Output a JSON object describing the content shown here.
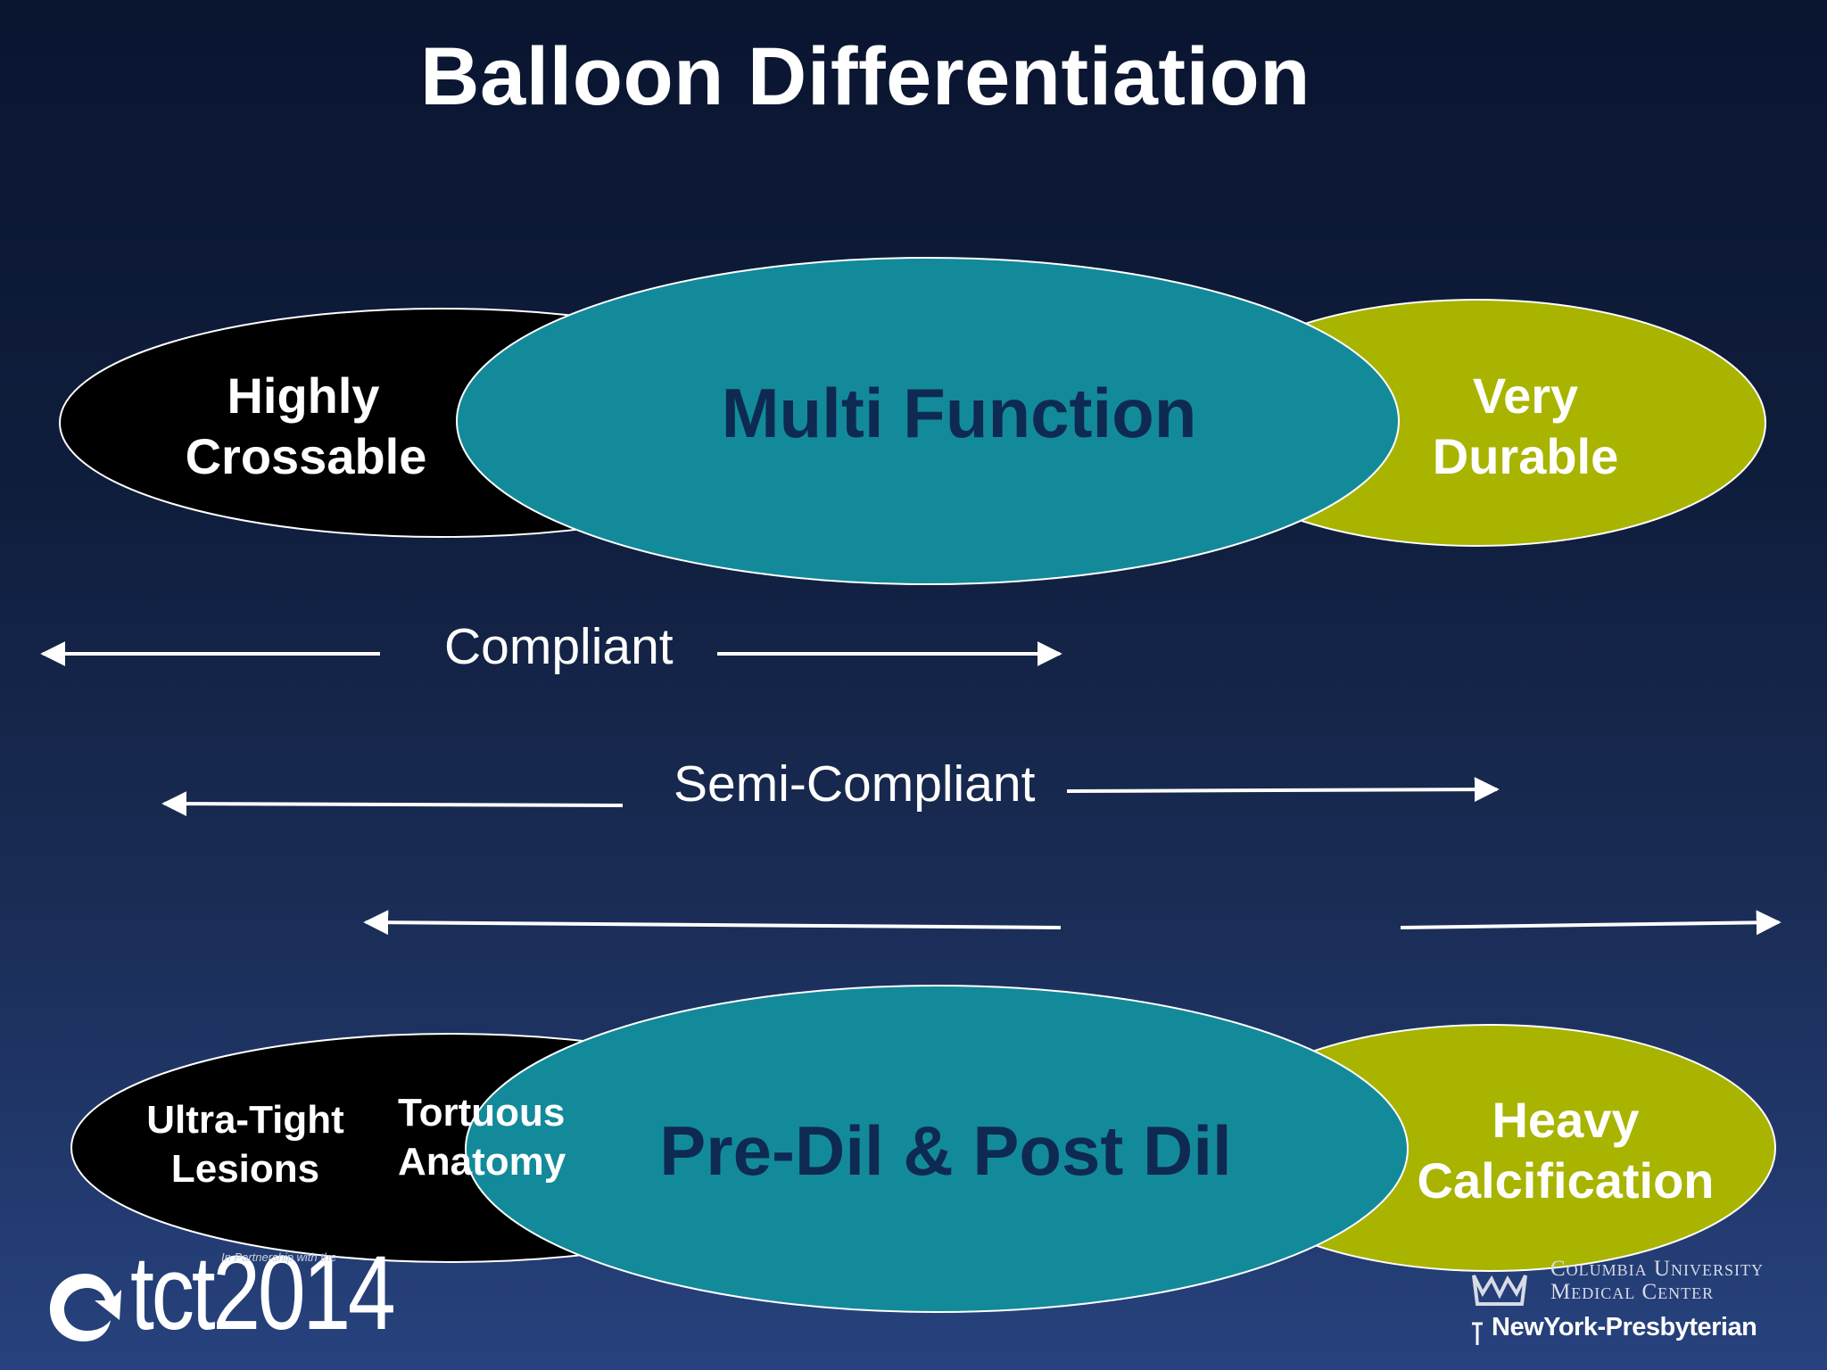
{
  "title": "Balloon Differentiation",
  "colors": {
    "black_ellipse": "#000000",
    "teal_ellipse": "#138a9a",
    "olive_ellipse": "#a8b400",
    "teal_text": "#0e2a52",
    "white": "#ffffff"
  },
  "top_row": {
    "left": {
      "line1": "Highly",
      "line2": "Crossable"
    },
    "center": "Multi Function",
    "right": {
      "line1": "Very",
      "line2": "Durable"
    }
  },
  "arrows": {
    "compliant": "Compliant",
    "semi_compliant": "Semi-Compliant"
  },
  "bottom_row": {
    "left_a": {
      "line1": "Ultra-Tight",
      "line2": "Lesions"
    },
    "left_b": {
      "line1": "Tortuous",
      "line2": "Anatomy"
    },
    "center": "Pre-Dil & Post Dil",
    "right": {
      "line1": "Heavy",
      "line2": "Calcification"
    }
  },
  "logos": {
    "tct": "tct2014",
    "tct_partner": "In Partnership with the",
    "cumc_line1": "Columbia University",
    "cumc_line2": "Medical Center",
    "nyp": "NewYork-Presbyterian"
  }
}
